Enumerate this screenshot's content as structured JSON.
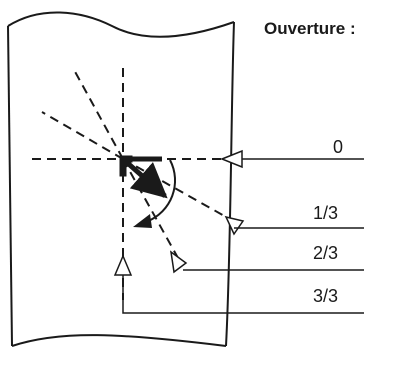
{
  "diagram": {
    "title": "Ouverture :",
    "positions": [
      {
        "label": "0"
      },
      {
        "label": "1/3"
      },
      {
        "label": "2/3"
      },
      {
        "label": "3/3"
      }
    ],
    "colors": {
      "stroke": "#1a1a1a",
      "background": "#ffffff"
    }
  }
}
